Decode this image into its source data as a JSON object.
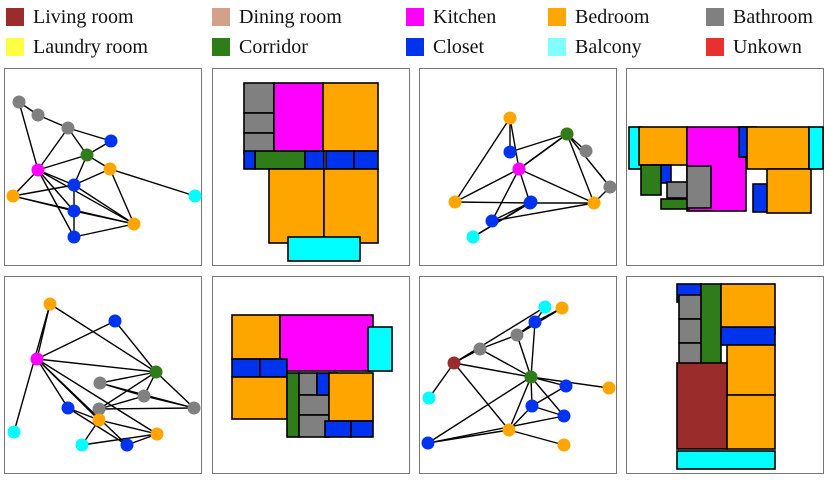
{
  "legend": [
    {
      "label": "Living room",
      "color": "#9b2c2c"
    },
    {
      "label": "Dining room",
      "color": "#d4a08a"
    },
    {
      "label": "Kitchen",
      "color": "#ff00ff"
    },
    {
      "label": "Bedroom",
      "color": "#ffa500"
    },
    {
      "label": "Bathroom",
      "color": "#808080"
    },
    {
      "label": "Laundry room",
      "color": "#ffff44"
    },
    {
      "label": "Corridor",
      "color": "#2e7d1a"
    },
    {
      "label": "Closet",
      "color": "#0033ee"
    },
    {
      "label": "Balcony",
      "color": "#80ffff"
    },
    {
      "label": "Unkown",
      "color": "#e83030"
    }
  ],
  "room_colors": {
    "LR": "#9b2c2c",
    "K": "#ff00ff",
    "B": "#ffa500",
    "BA": "#808080",
    "C": "#2e7d1a",
    "CL": "#0033ee",
    "BL": "#00ffff"
  },
  "graphs": [
    {
      "nodes": [
        {
          "id": 0,
          "type": "BA"
        },
        {
          "id": 1,
          "type": "BA"
        },
        {
          "id": 2,
          "type": "BA"
        },
        {
          "id": 3,
          "type": "CL"
        },
        {
          "id": 4,
          "type": "C"
        },
        {
          "id": 5,
          "type": "K"
        },
        {
          "id": 6,
          "type": "B"
        },
        {
          "id": 7,
          "type": "CL"
        },
        {
          "id": 8,
          "type": "B"
        },
        {
          "id": 9,
          "type": "BL"
        },
        {
          "id": 10,
          "type": "CL"
        },
        {
          "id": 11,
          "type": "B"
        },
        {
          "id": 12,
          "type": "CL"
        }
      ],
      "edges": [
        [
          0,
          1
        ],
        [
          0,
          5
        ],
        [
          1,
          2
        ],
        [
          2,
          4
        ],
        [
          2,
          3
        ],
        [
          3,
          4
        ],
        [
          4,
          5
        ],
        [
          4,
          7
        ],
        [
          4,
          6
        ],
        [
          5,
          2
        ],
        [
          5,
          7
        ],
        [
          5,
          8
        ],
        [
          5,
          10
        ],
        [
          5,
          12
        ],
        [
          5,
          11
        ],
        [
          7,
          8
        ],
        [
          7,
          10
        ],
        [
          7,
          11
        ],
        [
          7,
          6
        ],
        [
          6,
          11
        ],
        [
          6,
          9
        ],
        [
          8,
          10
        ],
        [
          10,
          12
        ],
        [
          10,
          11
        ],
        [
          12,
          11
        ],
        [
          8,
          11
        ]
      ]
    },
    {
      "nodes": [
        {
          "id": 0,
          "type": "BL"
        },
        {
          "id": 1,
          "type": "B"
        },
        {
          "id": 2,
          "type": "CL"
        },
        {
          "id": 3,
          "type": "C"
        },
        {
          "id": 4,
          "type": "BA"
        },
        {
          "id": 5,
          "type": "K"
        },
        {
          "id": 6,
          "type": "BA"
        },
        {
          "id": 7,
          "type": "CL"
        },
        {
          "id": 8,
          "type": "BA"
        },
        {
          "id": 9,
          "type": "BA"
        },
        {
          "id": 10,
          "type": "B"
        },
        {
          "id": 11,
          "type": "CL"
        },
        {
          "id": 12,
          "type": "B"
        },
        {
          "id": 13,
          "type": "BL"
        }
      ],
      "edges": [
        [
          0,
          1
        ],
        [
          1,
          3
        ],
        [
          1,
          5
        ],
        [
          2,
          3
        ],
        [
          3,
          4
        ],
        [
          3,
          5
        ],
        [
          3,
          6
        ],
        [
          3,
          8
        ],
        [
          3,
          9
        ],
        [
          4,
          6
        ],
        [
          4,
          9
        ],
        [
          5,
          2
        ],
        [
          5,
          7
        ],
        [
          5,
          10
        ],
        [
          5,
          12
        ],
        [
          5,
          11
        ],
        [
          6,
          8
        ],
        [
          6,
          9
        ],
        [
          7,
          10
        ],
        [
          8,
          9
        ],
        [
          10,
          12
        ],
        [
          11,
          12
        ],
        [
          12,
          13
        ],
        [
          10,
          13
        ],
        [
          7,
          11
        ]
      ]
    },
    {
      "nodes": [
        {
          "id": 0,
          "type": "B"
        },
        {
          "id": 1,
          "type": "CL"
        },
        {
          "id": 2,
          "type": "B"
        },
        {
          "id": 3,
          "type": "K"
        },
        {
          "id": 4,
          "type": "C"
        },
        {
          "id": 5,
          "type": "BA"
        },
        {
          "id": 6,
          "type": "B"
        },
        {
          "id": 7,
          "type": "BA"
        },
        {
          "id": 8,
          "type": "CL"
        },
        {
          "id": 9,
          "type": "B"
        },
        {
          "id": 10,
          "type": "CL"
        },
        {
          "id": 11,
          "type": "CL"
        },
        {
          "id": 12,
          "type": "BL"
        }
      ],
      "edges": [
        [
          0,
          1
        ],
        [
          0,
          3
        ],
        [
          0,
          6
        ],
        [
          1,
          2
        ],
        [
          2,
          3
        ],
        [
          2,
          4
        ],
        [
          3,
          4
        ],
        [
          3,
          6
        ],
        [
          3,
          8
        ],
        [
          3,
          9
        ],
        [
          3,
          10
        ],
        [
          4,
          5
        ],
        [
          4,
          7
        ],
        [
          4,
          9
        ],
        [
          6,
          8
        ],
        [
          7,
          9
        ],
        [
          8,
          11
        ],
        [
          8,
          12
        ],
        [
          8,
          9
        ],
        [
          9,
          10
        ],
        [
          10,
          11
        ],
        [
          11,
          12
        ]
      ]
    },
    {
      "nodes": [
        {
          "id": 0,
          "type": "BL"
        },
        {
          "id": 1,
          "type": "B"
        },
        {
          "id": 2,
          "type": "CL"
        },
        {
          "id": 3,
          "type": "BA"
        },
        {
          "id": 4,
          "type": "BA"
        },
        {
          "id": 5,
          "type": "LR"
        },
        {
          "id": 6,
          "type": "CL"
        },
        {
          "id": 7,
          "type": "C"
        },
        {
          "id": 8,
          "type": "BL"
        },
        {
          "id": 9,
          "type": "B"
        },
        {
          "id": 10,
          "type": "CL"
        },
        {
          "id": 11,
          "type": "CL"
        },
        {
          "id": 12,
          "type": "B"
        },
        {
          "id": 13,
          "type": "B"
        },
        {
          "id": 14,
          "type": "CL"
        }
      ],
      "edges": [
        [
          0,
          2
        ],
        [
          0,
          5
        ],
        [
          1,
          2
        ],
        [
          1,
          3
        ],
        [
          2,
          3
        ],
        [
          3,
          4
        ],
        [
          3,
          7
        ],
        [
          4,
          5
        ],
        [
          5,
          7
        ],
        [
          5,
          8
        ],
        [
          5,
          12
        ],
        [
          6,
          7
        ],
        [
          6,
          10
        ],
        [
          7,
          9
        ],
        [
          7,
          10
        ],
        [
          7,
          11
        ],
        [
          7,
          12
        ],
        [
          7,
          14
        ],
        [
          10,
          11
        ],
        [
          10,
          12
        ],
        [
          11,
          14
        ],
        [
          12,
          13
        ],
        [
          12,
          14
        ],
        [
          4,
          7
        ],
        [
          2,
          7
        ]
      ]
    }
  ],
  "floorplans": [
    {
      "rooms": [
        {
          "type": "BA"
        },
        {
          "type": "BA"
        },
        {
          "type": "BA"
        },
        {
          "type": "K"
        },
        {
          "type": "B"
        },
        {
          "type": "C"
        },
        {
          "type": "CL"
        },
        {
          "type": "CL"
        },
        {
          "type": "CL"
        },
        {
          "type": "CL"
        },
        {
          "type": "B"
        },
        {
          "type": "B"
        },
        {
          "type": "BL"
        }
      ]
    },
    {
      "rooms": [
        {
          "type": "B"
        },
        {
          "type": "K"
        },
        {
          "type": "BL"
        },
        {
          "type": "CL"
        },
        {
          "type": "CL"
        },
        {
          "type": "B"
        },
        {
          "type": "C"
        },
        {
          "type": "BA"
        },
        {
          "type": "BA"
        },
        {
          "type": "CL"
        },
        {
          "type": "BA"
        },
        {
          "type": "BA"
        },
        {
          "type": "B"
        },
        {
          "type": "CL"
        },
        {
          "type": "CL"
        }
      ]
    },
    {
      "rooms": [
        {
          "type": "BL"
        },
        {
          "type": "B"
        },
        {
          "type": "K"
        },
        {
          "type": "CL"
        },
        {
          "type": "CL"
        },
        {
          "type": "C"
        },
        {
          "type": "C"
        },
        {
          "type": "BA"
        },
        {
          "type": "BA"
        },
        {
          "type": "CL"
        },
        {
          "type": "B"
        },
        {
          "type": "B"
        },
        {
          "type": "BL"
        }
      ]
    },
    {
      "rooms": [
        {
          "type": "CL"
        },
        {
          "type": "BA"
        },
        {
          "type": "BA"
        },
        {
          "type": "BA"
        },
        {
          "type": "C"
        },
        {
          "type": "B"
        },
        {
          "type": "CL"
        },
        {
          "type": "B"
        },
        {
          "type": "LR"
        },
        {
          "type": "B"
        },
        {
          "type": "BL"
        }
      ]
    }
  ]
}
